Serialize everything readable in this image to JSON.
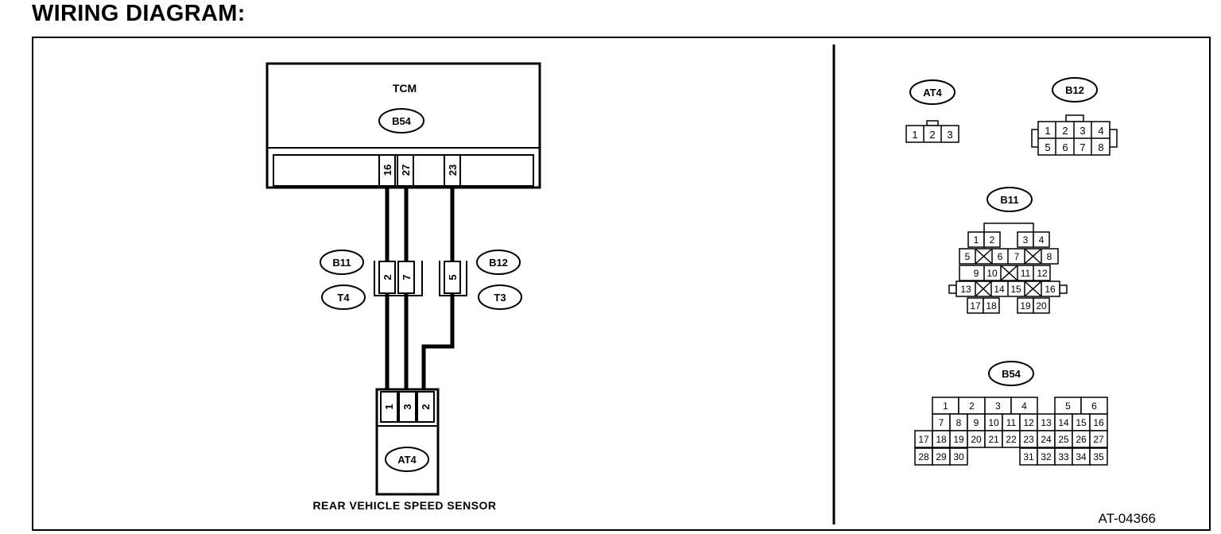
{
  "page": {
    "title": "WIRING DIAGRAM:",
    "figure_id": "AT-04366"
  },
  "tcm": {
    "name": "TCM",
    "connector": "B54",
    "pins": [
      "16",
      "27",
      "23"
    ]
  },
  "joints": {
    "left": {
      "connector_top": "B11",
      "connector_bottom": "T4",
      "pins": [
        "2",
        "7"
      ]
    },
    "right": {
      "connector_top": "B12",
      "connector_bottom": "T3",
      "pins": [
        "5"
      ]
    }
  },
  "sensor": {
    "name": "REAR VEHICLE SPEED SENSOR",
    "connector": "AT4",
    "pins": [
      "1",
      "3",
      "2"
    ]
  },
  "connector_views": {
    "at4": {
      "label": "AT4",
      "pins": [
        "1",
        "2",
        "3"
      ]
    },
    "b12": {
      "label": "B12",
      "row1": [
        "1",
        "2",
        "3",
        "4"
      ],
      "row2": [
        "5",
        "6",
        "7",
        "8"
      ]
    },
    "b11": {
      "label": "B11",
      "row1": [
        "1",
        "2",
        "3",
        "4"
      ],
      "row2": [
        "5",
        "6",
        "7",
        "8"
      ],
      "row3": [
        "9",
        "10",
        "11",
        "12"
      ],
      "row4": [
        "13",
        "14",
        "15",
        "16"
      ],
      "row5": [
        "17",
        "18",
        "19",
        "20"
      ]
    },
    "b54": {
      "label": "B54",
      "row1": [
        "1",
        "2",
        "3",
        "4",
        "5",
        "6"
      ],
      "row2": [
        "7",
        "8",
        "9",
        "10",
        "11",
        "12",
        "13",
        "14",
        "15",
        "16"
      ],
      "row3": [
        "17",
        "18",
        "19",
        "20",
        "21",
        "22",
        "23",
        "24",
        "25",
        "26",
        "27"
      ],
      "row4": [
        "28",
        "29",
        "30",
        "31",
        "32",
        "33",
        "34",
        "35"
      ]
    }
  }
}
